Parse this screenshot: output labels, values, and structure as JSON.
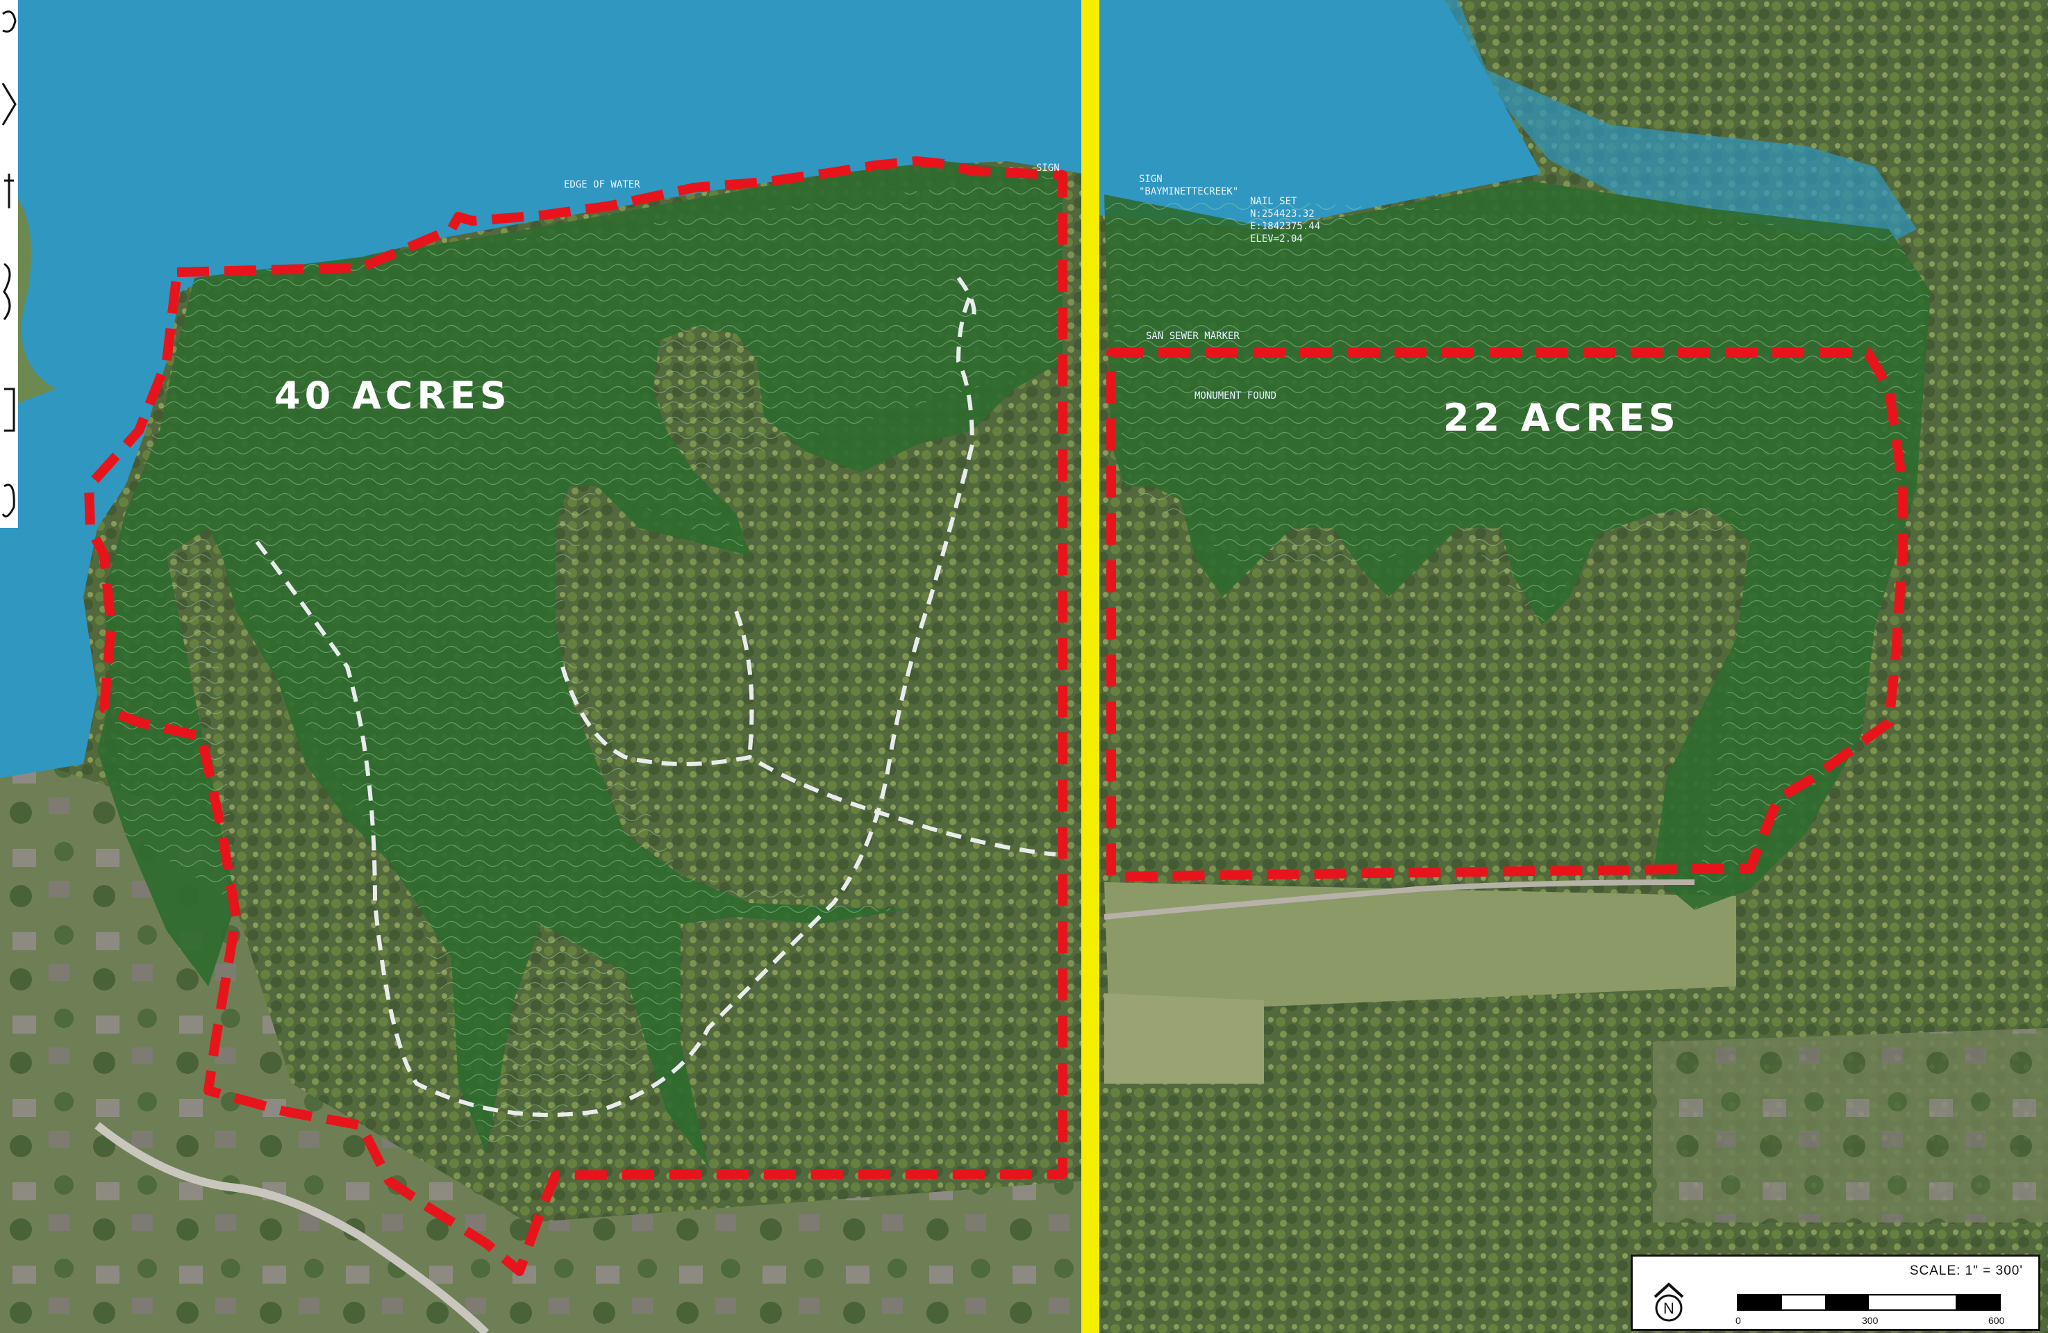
{
  "parcels": {
    "west": {
      "label": "40 ACRES"
    },
    "east": {
      "label": "22 ACRES"
    }
  },
  "annotations": {
    "edge_of_water": "EDGE OF WATER",
    "sign_left": "SIGN",
    "sign_right": "SIGN",
    "sign_right_text": "\"BAYMINETTECREEK\"",
    "nail_set": "NAIL SET",
    "nail_n": "N:254423.32",
    "nail_e": "E:1842375.44",
    "nail_elev": "ELEV=2.04",
    "san_sewer": "SAN SEWER MARKER",
    "monument": "MONUMENT FOUND"
  },
  "scale": {
    "text": "SCALE: 1\" = 300'",
    "ticks": [
      "0",
      "300",
      "600"
    ]
  },
  "north_arrow": {
    "letter": "N",
    "icon": "north-arrow-icon"
  },
  "colors": {
    "water": "#2f97c0",
    "wetland": "#2f6b2f",
    "boundary": "#e8141c",
    "road": "#f5ee00",
    "forest": "#4f6a3c"
  }
}
